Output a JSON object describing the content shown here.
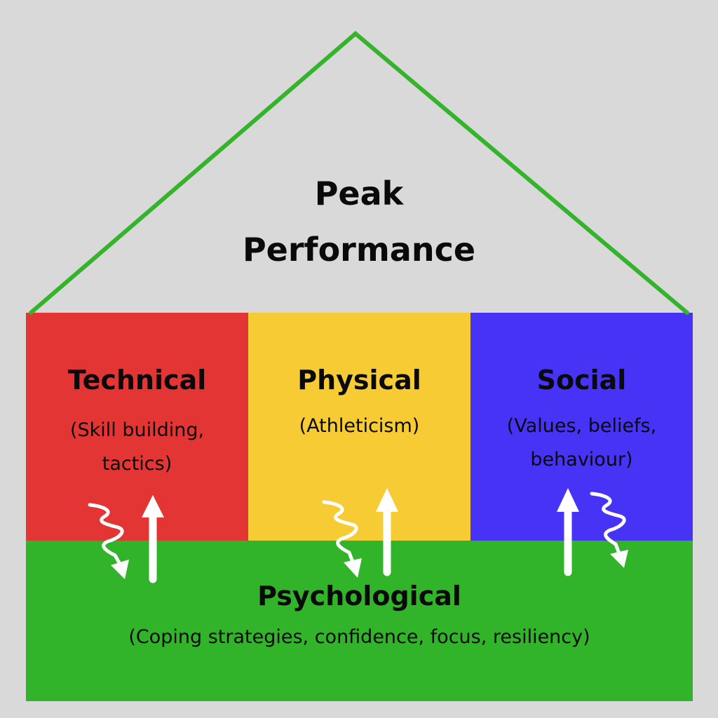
{
  "roof": {
    "title_line1": "Peak",
    "title_line2": "Performance",
    "color": "#33b42a"
  },
  "pillars": [
    {
      "title": "Technical",
      "subtitle": "(Skill building, tactics)",
      "color": "#e43535"
    },
    {
      "title": "Physical",
      "subtitle": "(Athleticism)",
      "color": "#f7cb33"
    },
    {
      "title": "Social",
      "subtitle": "(Values, beliefs, behaviour)",
      "color": "#4633f5"
    }
  ],
  "foundation": {
    "title": "Psychological",
    "subtitle": "(Coping strategies, confidence, focus, resiliency)",
    "color": "#31b429"
  },
  "icons": {
    "up_arrow": "straight-up-arrow-icon",
    "down_arrow": "squiggly-down-arrow-icon"
  },
  "colors": {
    "background": "#d9d9d9",
    "text": "#0a0a0a",
    "arrows": "#ffffff"
  }
}
